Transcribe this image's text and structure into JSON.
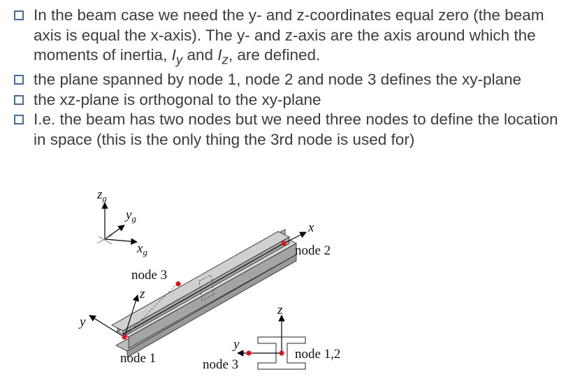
{
  "bullets": [
    {
      "prefix": "In the beam case we need the y- and z-coordinates equal zero (the beam axis is equal the x-axis). The y- and z-axis are the axis around which the moments of inertia, ",
      "iy_main": "I",
      "iy_sub": "y",
      "mid": " and ",
      "iz_main": "I",
      "iz_sub": "z",
      "suffix": ", are defined."
    },
    {
      "text": "the plane spanned by node 1, node 2 and node 3 defines the xy-plane"
    },
    {
      "text": "the xz-plane is orthogonal to the xy-plane"
    },
    {
      "text": "I.e. the beam has two nodes but we need three nodes to define the location in space (this is the only thing the 3rd node is used for)"
    }
  ],
  "figure": {
    "global_axes": {
      "z_main": "z",
      "z_sub": "g",
      "y_main": "y",
      "y_sub": "g",
      "x_main": "x",
      "x_sub": "g"
    },
    "beam_labels": {
      "x_axis": "x",
      "y_axis": "y",
      "z_axis": "z",
      "node1": "node 1",
      "node2": "node 2",
      "node3": "node 3"
    },
    "section_labels": {
      "z_axis": "z",
      "y_axis": "y",
      "node12": "node 1,2",
      "node3": "node 3"
    },
    "colors": {
      "beam_top": "#d0d0d0",
      "beam_side": "#a8a8a8",
      "node_dot": "#e0141e",
      "bullet_box": "#4a6c91"
    }
  }
}
